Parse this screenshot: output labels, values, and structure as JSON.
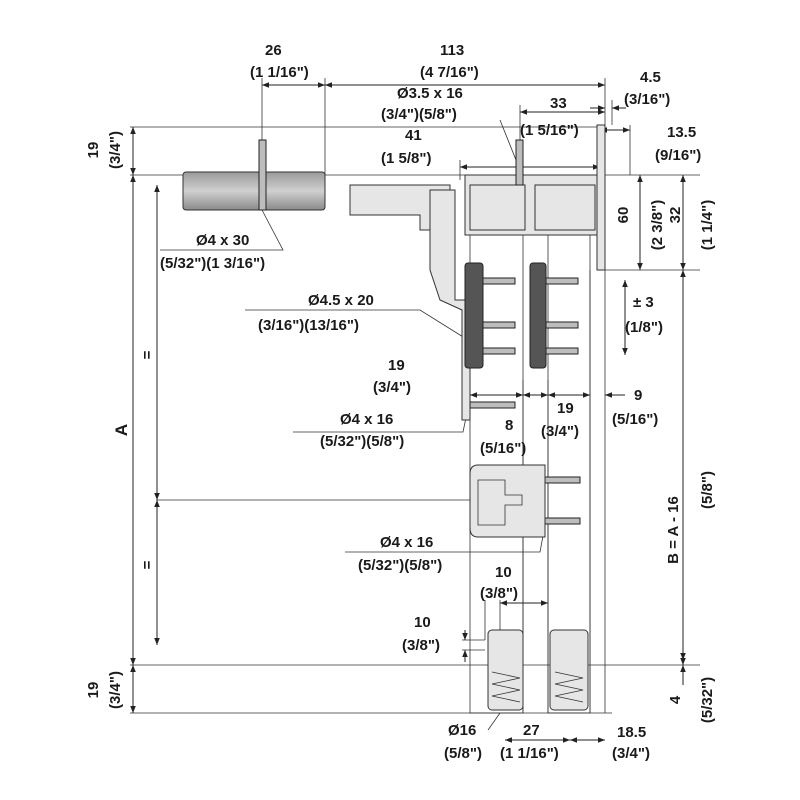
{
  "drawing": {
    "dims": {
      "d26": {
        "mm": "26",
        "in": "(1 1/16\")"
      },
      "d113": {
        "mm": "113",
        "in": "(4 7/16\")"
      },
      "d4_5": {
        "mm": "4.5",
        "in": "(3/16\")"
      },
      "screw_3_5x16": {
        "mm": "Ø3.5 x 16",
        "in": "(3/4\")(5/8\")"
      },
      "d33": {
        "mm": "33",
        "in": "(1 5/16\")"
      },
      "d13_5": {
        "mm": "13.5",
        "in": "(9/16\")"
      },
      "d41": {
        "mm": "41",
        "in": "(1 5/8\")"
      },
      "d19_top": {
        "mm": "19",
        "in": "(3/4\")"
      },
      "d60": {
        "mm": "60",
        "in": "(2 3/8\")"
      },
      "d32": {
        "mm": "32",
        "in": "(1 1/4\")"
      },
      "screw_4x30": {
        "mm": "Ø4 x 30",
        "in": "(5/32\")(1 3/16\")"
      },
      "screw_4_5x20": {
        "mm": "Ø4.5 x 20",
        "in": "(3/16\")(13/16\")"
      },
      "adj3": {
        "mm": "± 3",
        "in": "(1/8\")"
      },
      "d19_mid": {
        "mm": "19",
        "in": "(3/4\")"
      },
      "d9": {
        "mm": "9",
        "in": "(5/16\")"
      },
      "screw_4x16_a": {
        "mm": "Ø4 x 16",
        "in": "(5/32\")(5/8\")"
      },
      "d8": {
        "mm": "8",
        "in": "(5/16\")"
      },
      "d19_mid2": {
        "mm": "19",
        "in": "(3/4\")"
      },
      "height_a": "A",
      "equal_top": "=",
      "equal_bottom": "=",
      "formula_b": {
        "mm": "B = A - 16",
        "in": "(5/8\")"
      },
      "screw_4x16_b": {
        "mm": "Ø4 x 16",
        "in": "(5/32\")(5/8\")"
      },
      "d10_a": {
        "mm": "10",
        "in": "(3/8\")"
      },
      "d10_b": {
        "mm": "10",
        "in": "(3/8\")"
      },
      "d19_bottom": {
        "mm": "19",
        "in": "(3/4\")"
      },
      "d4": {
        "mm": "4",
        "in": "(5/32\")"
      },
      "d16": {
        "mm": "Ø16",
        "in": "(5/8\")"
      },
      "d27": {
        "mm": "27",
        "in": "(1 1/16\")"
      },
      "d18_5": {
        "mm": "18.5",
        "in": "(3/4\")"
      }
    }
  }
}
